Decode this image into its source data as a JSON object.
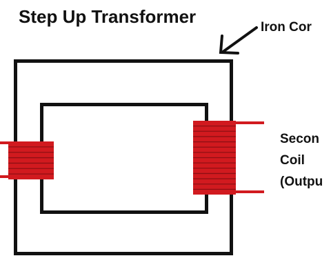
{
  "title": "Step Up Transformer",
  "core_label": "Iron Cor",
  "secondary_label": {
    "line1": "Secon",
    "line2": "Coil",
    "line3": "(Outpu"
  },
  "colors": {
    "core": "#111111",
    "coil": "#d11a1f",
    "coil_lines": "#7a0c10",
    "text": "#111111"
  },
  "primary_turns": 7,
  "secondary_turns": 14
}
